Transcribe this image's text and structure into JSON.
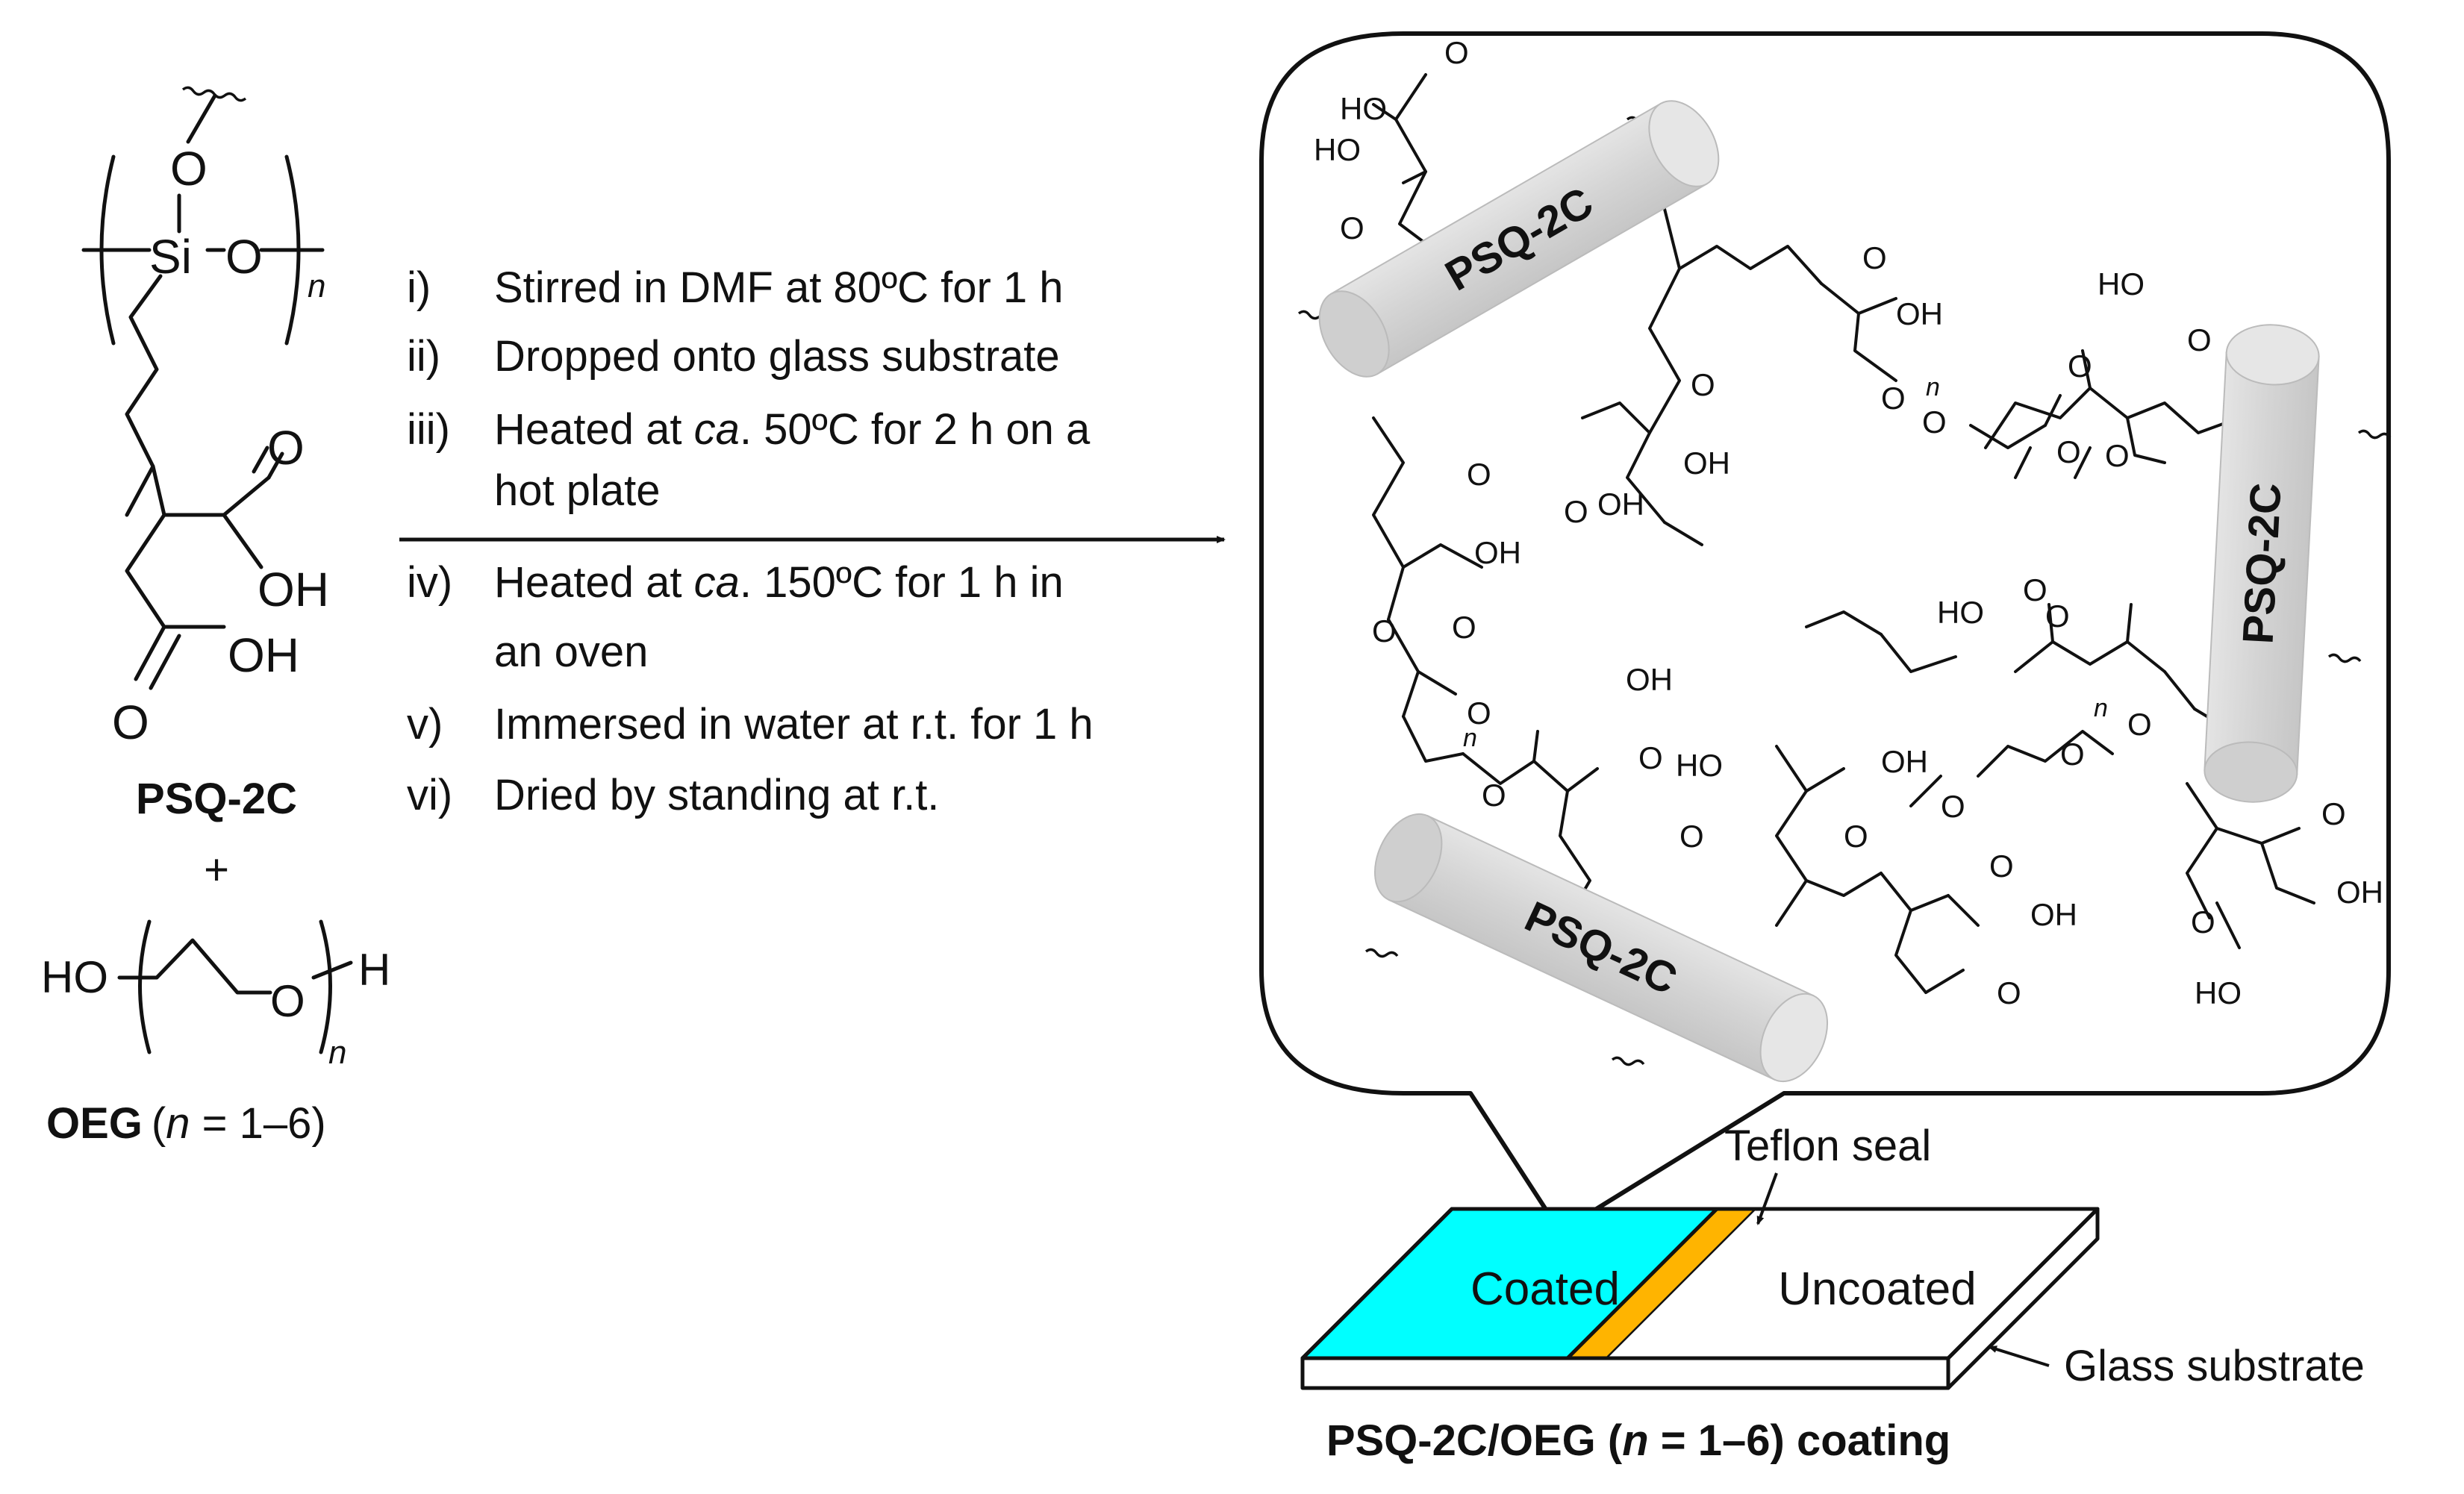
{
  "reactants": {
    "psq": {
      "atom_O_top": "O",
      "atom_Si": "Si",
      "atom_O_right": "O",
      "repeat_n": "n",
      "cooh1_O": "O",
      "cooh1_OH": "OH",
      "cooh2_OH": "OH",
      "cooh2_O": "O",
      "name": "PSQ-2C"
    },
    "plus": "+",
    "oeg": {
      "ho": "HO",
      "o": "O",
      "h": "H",
      "repeat_n": "n",
      "name": "OEG",
      "range_prefix": "(",
      "range_n": "n",
      "range_suffix": " = 1–6)"
    }
  },
  "steps": [
    {
      "num": "i)",
      "text": "Stirred in DMF at 80ºC for 1 h"
    },
    {
      "num": "ii)",
      "text": "Dropped onto glass substrate"
    },
    {
      "num": "iii)",
      "pre": "Heated at ",
      "em": "ca",
      "post": ". 50ºC for 2 h on a",
      "line2": "hot plate"
    },
    {
      "num": "iv)",
      "pre": "Heated at ",
      "em": "ca",
      "post": ". 150ºC for 1 h in",
      "line2": "an oven"
    },
    {
      "num": "v)",
      "text": "Immersed in water at r.t. for 1 h"
    },
    {
      "num": "vi)",
      "text": "Dried by standing at r.t."
    }
  ],
  "network": {
    "rod_label": "PSQ-2C",
    "ho": "HO",
    "oh": "OH",
    "o": "O",
    "n": "n"
  },
  "substrate": {
    "teflon_label": "Teflon seal",
    "coated_label": "Coated",
    "uncoated_label": "Uncoated",
    "glass_label": "Glass substrate",
    "colors": {
      "coated": "#00FFFF",
      "teflon": "#FFB400",
      "rod": "#D9D9D9"
    }
  },
  "caption": {
    "pre": "PSQ-2C/OEG (",
    "n": "n",
    "post": " = 1–6) coating"
  }
}
